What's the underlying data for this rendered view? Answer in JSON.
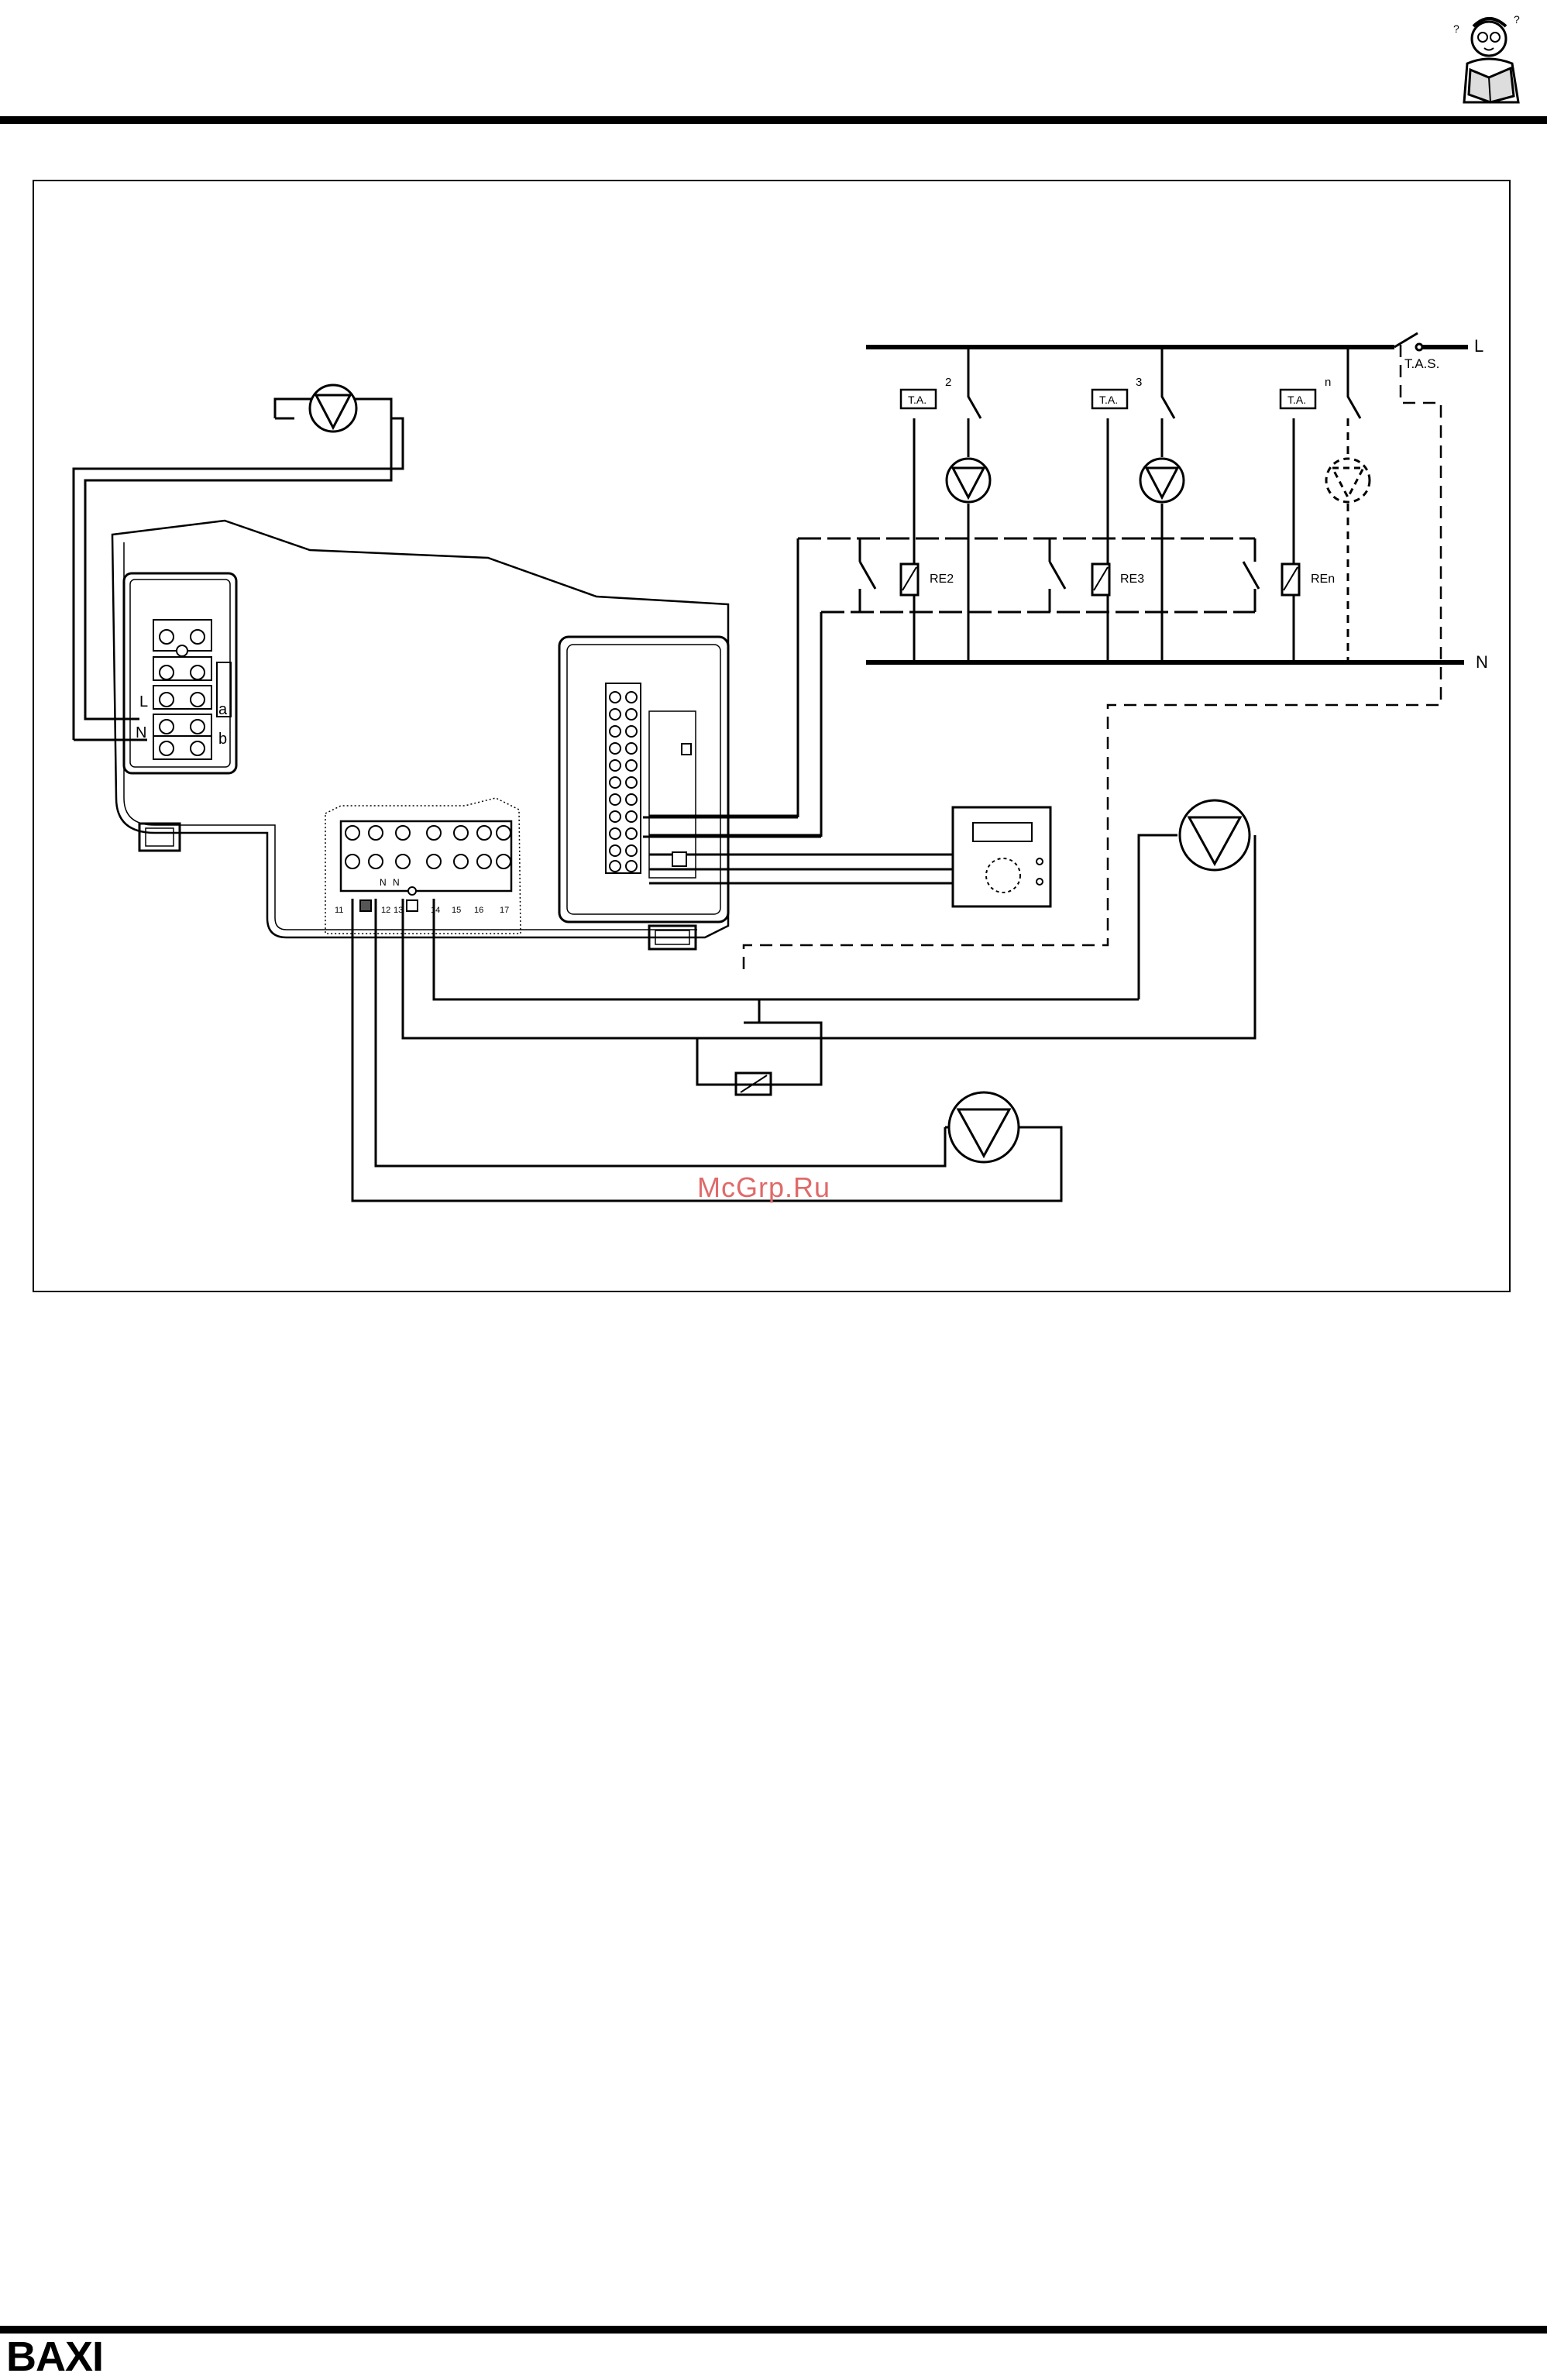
{
  "labels": {
    "line": "L",
    "neutral": "N",
    "tas": "T.A.S.",
    "ta": "T.A.",
    "zone_2": "2",
    "zone_3": "3",
    "zone_n": "n",
    "re2": "RE2",
    "re3": "RE3",
    "ren": "REn",
    "term_l": "L",
    "term_n": "N",
    "term_a": "a",
    "term_b": "b",
    "strip_n1": "N",
    "strip_n2": "N",
    "strip_11": "11",
    "strip_12": "12",
    "strip_13": "13",
    "strip_14": "14",
    "strip_15": "15",
    "strip_16": "16",
    "strip_17": "17"
  },
  "watermark": "McGrp.Ru",
  "brand": "BAXI",
  "icons": [
    "reader-with-manual-icon",
    "pump-icon",
    "relay-coil-icon",
    "thermostat-icon",
    "room-controller-icon"
  ]
}
